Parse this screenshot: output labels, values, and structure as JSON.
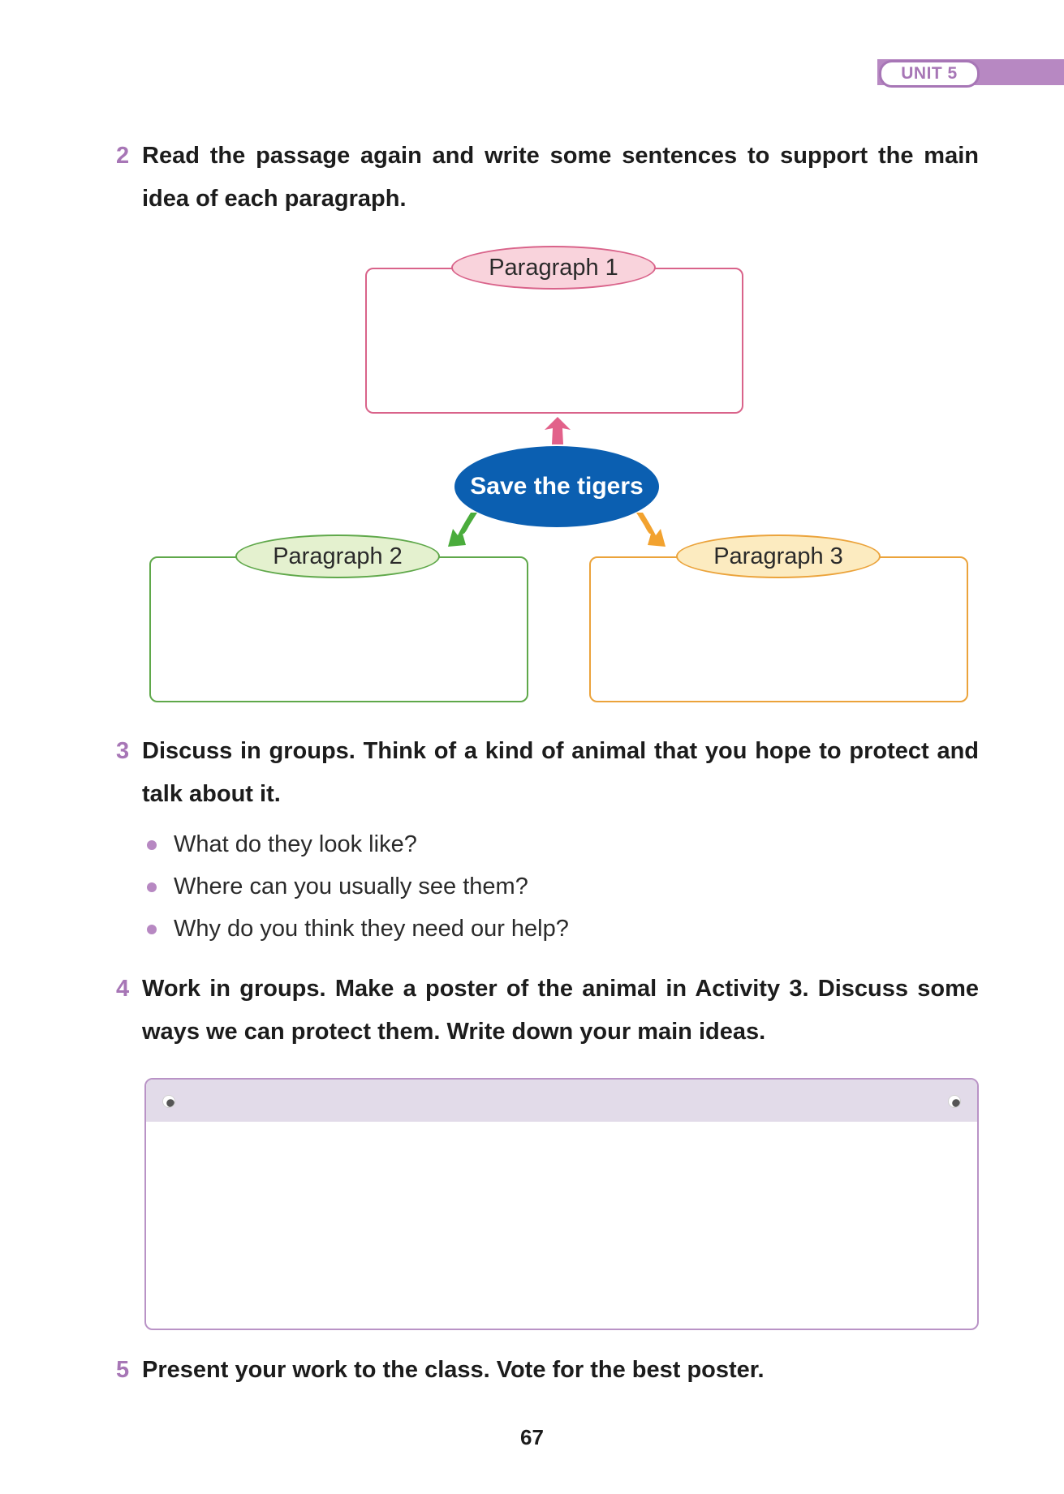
{
  "header": {
    "unit_label": "UNIT 5"
  },
  "activities": [
    {
      "number": "2",
      "text": "Read the passage again and write some sentences to support the main idea of each paragraph."
    },
    {
      "number": "3",
      "text": "Discuss in groups. Think of a kind of animal that you hope to protect and talk about it."
    },
    {
      "number": "4",
      "text": "Work in groups. Make a poster of the animal in Activity 3. Discuss some ways we can protect them. Write down your main ideas."
    },
    {
      "number": "5",
      "text": "Present your work to the class. Vote for the best poster."
    }
  ],
  "diagram": {
    "center": "Save the tigers",
    "paragraphs": [
      "Paragraph 1",
      "Paragraph 2",
      "Paragraph 3"
    ],
    "colors": {
      "paragraph_1": "#d9638a",
      "paragraph_2": "#5fa84a",
      "paragraph_3": "#eba33b",
      "center": "#0b5fb1"
    }
  },
  "questions": [
    "What do they look like?",
    "Where can you usually see them?",
    "Why do you think they need our help?"
  ],
  "page_number": "67",
  "colors": {
    "accent": "#a776b6"
  }
}
